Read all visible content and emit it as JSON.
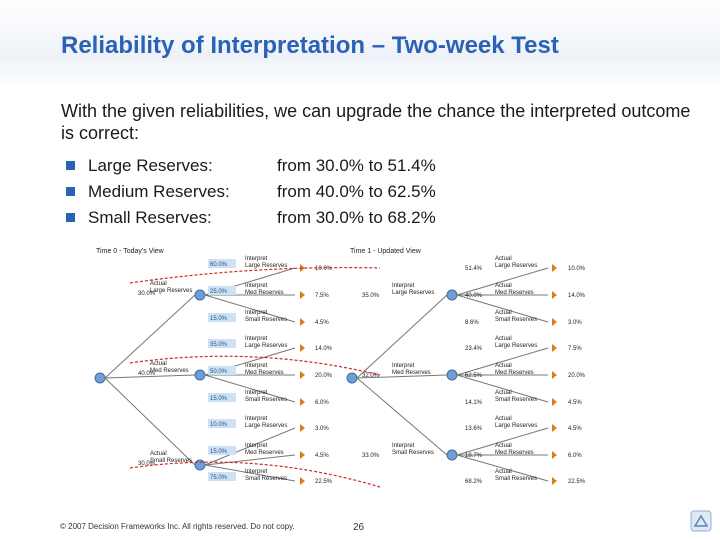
{
  "title": "Reliability of Interpretation – Two-week Test",
  "intro": "With the given reliabilities, we can upgrade the chance the interpreted outcome is correct:",
  "bullets": [
    {
      "label": "Large Reserves:",
      "value": "from 30.0% to 51.4%"
    },
    {
      "label": "Medium Reserves:",
      "value": "from 40.0% to 62.5%"
    },
    {
      "label": "Small Reserves:",
      "value": "from 30.0% to 68.2%"
    }
  ],
  "figure": {
    "left_title": "Time 0 - Today's View",
    "right_title": "Time 1 - Updated View",
    "left": {
      "actual_large": {
        "label": "Actual\nLarge Reserves",
        "prob": "30.0%",
        "rows": [
          {
            "pct": "60.0%",
            "label": "Interpret\nLarge Reserves",
            "value": "10.0%"
          },
          {
            "pct": "25.0%",
            "label": "Interpret\nMed Reserves",
            "value": "7.5%"
          },
          {
            "pct": "15.0%",
            "label": "Interpret\nSmall Reserves",
            "value": "4.5%"
          }
        ]
      },
      "actual_medium": {
        "label": "Actual\nMed Reserves",
        "prob": "40.0%",
        "rows": [
          {
            "pct": "35.0%",
            "label": "Interpret\nLarge Reserves",
            "value": "14.0%"
          },
          {
            "pct": "50.0%",
            "label": "Interpret\nMed Reserves",
            "value": "20.0%"
          },
          {
            "pct": "15.0%",
            "label": "Interpret\nSmall Reserves",
            "value": "6.0%"
          }
        ]
      },
      "actual_small": {
        "label": "Actual\nSmall Reserves",
        "prob": "30.0%",
        "rows": [
          {
            "pct": "10.0%",
            "label": "Interpret\nLarge Reserves",
            "value": "3.0%"
          },
          {
            "pct": "15.0%",
            "label": "Interpret\nMed Reserves",
            "value": "4.5%"
          },
          {
            "pct": "75.0%",
            "label": "Interpret\nSmall Reserves",
            "value": "22.5%"
          }
        ]
      }
    },
    "right": {
      "interp_large": {
        "label": "Interpret\nLarge Reserves",
        "prob": "35.0%",
        "rows": [
          {
            "pct": "51.4%",
            "label": "Actual\nLarge Reserves",
            "value": "10.0%"
          },
          {
            "pct": "40.0%",
            "label": "Actual\nMed Reserves",
            "value": "14.0%"
          },
          {
            "pct": "8.6%",
            "label": "Actual\nSmall Reserves",
            "value": "3.0%"
          }
        ]
      },
      "interp_medium": {
        "label": "Interpret\nMed Reserves",
        "prob": "32.0%",
        "rows": [
          {
            "pct": "23.4%",
            "label": "Actual\nLarge Reserves",
            "value": "7.5%"
          },
          {
            "pct": "62.5%",
            "label": "Actual\nMed Reserves",
            "value": "20.0%"
          },
          {
            "pct": "14.1%",
            "label": "Actual\nSmall Reserves",
            "value": "4.5%"
          }
        ]
      },
      "interp_small": {
        "label": "Interpret\nSmall Reserves",
        "prob": "33.0%",
        "rows": [
          {
            "pct": "13.6%",
            "label": "Actual\nLarge Reserves",
            "value": "4.5%"
          },
          {
            "pct": "18.7%",
            "label": "Actual\nMed Reserves",
            "value": "6.0%"
          },
          {
            "pct": "68.2%",
            "label": "Actual\nSmall Reserves",
            "value": "22.5%"
          }
        ]
      }
    }
  },
  "footer": "© 2007 Decision Frameworks Inc. All rights reserved. Do not copy.",
  "page_number": "26",
  "colors": {
    "title": "#2b62b5",
    "bullet": "#2b62b5",
    "highlight": "#cfe0f4",
    "node_round": "#6c9fd6",
    "node_tri": "#e07b1a",
    "arrow": "#cc2a2a"
  }
}
